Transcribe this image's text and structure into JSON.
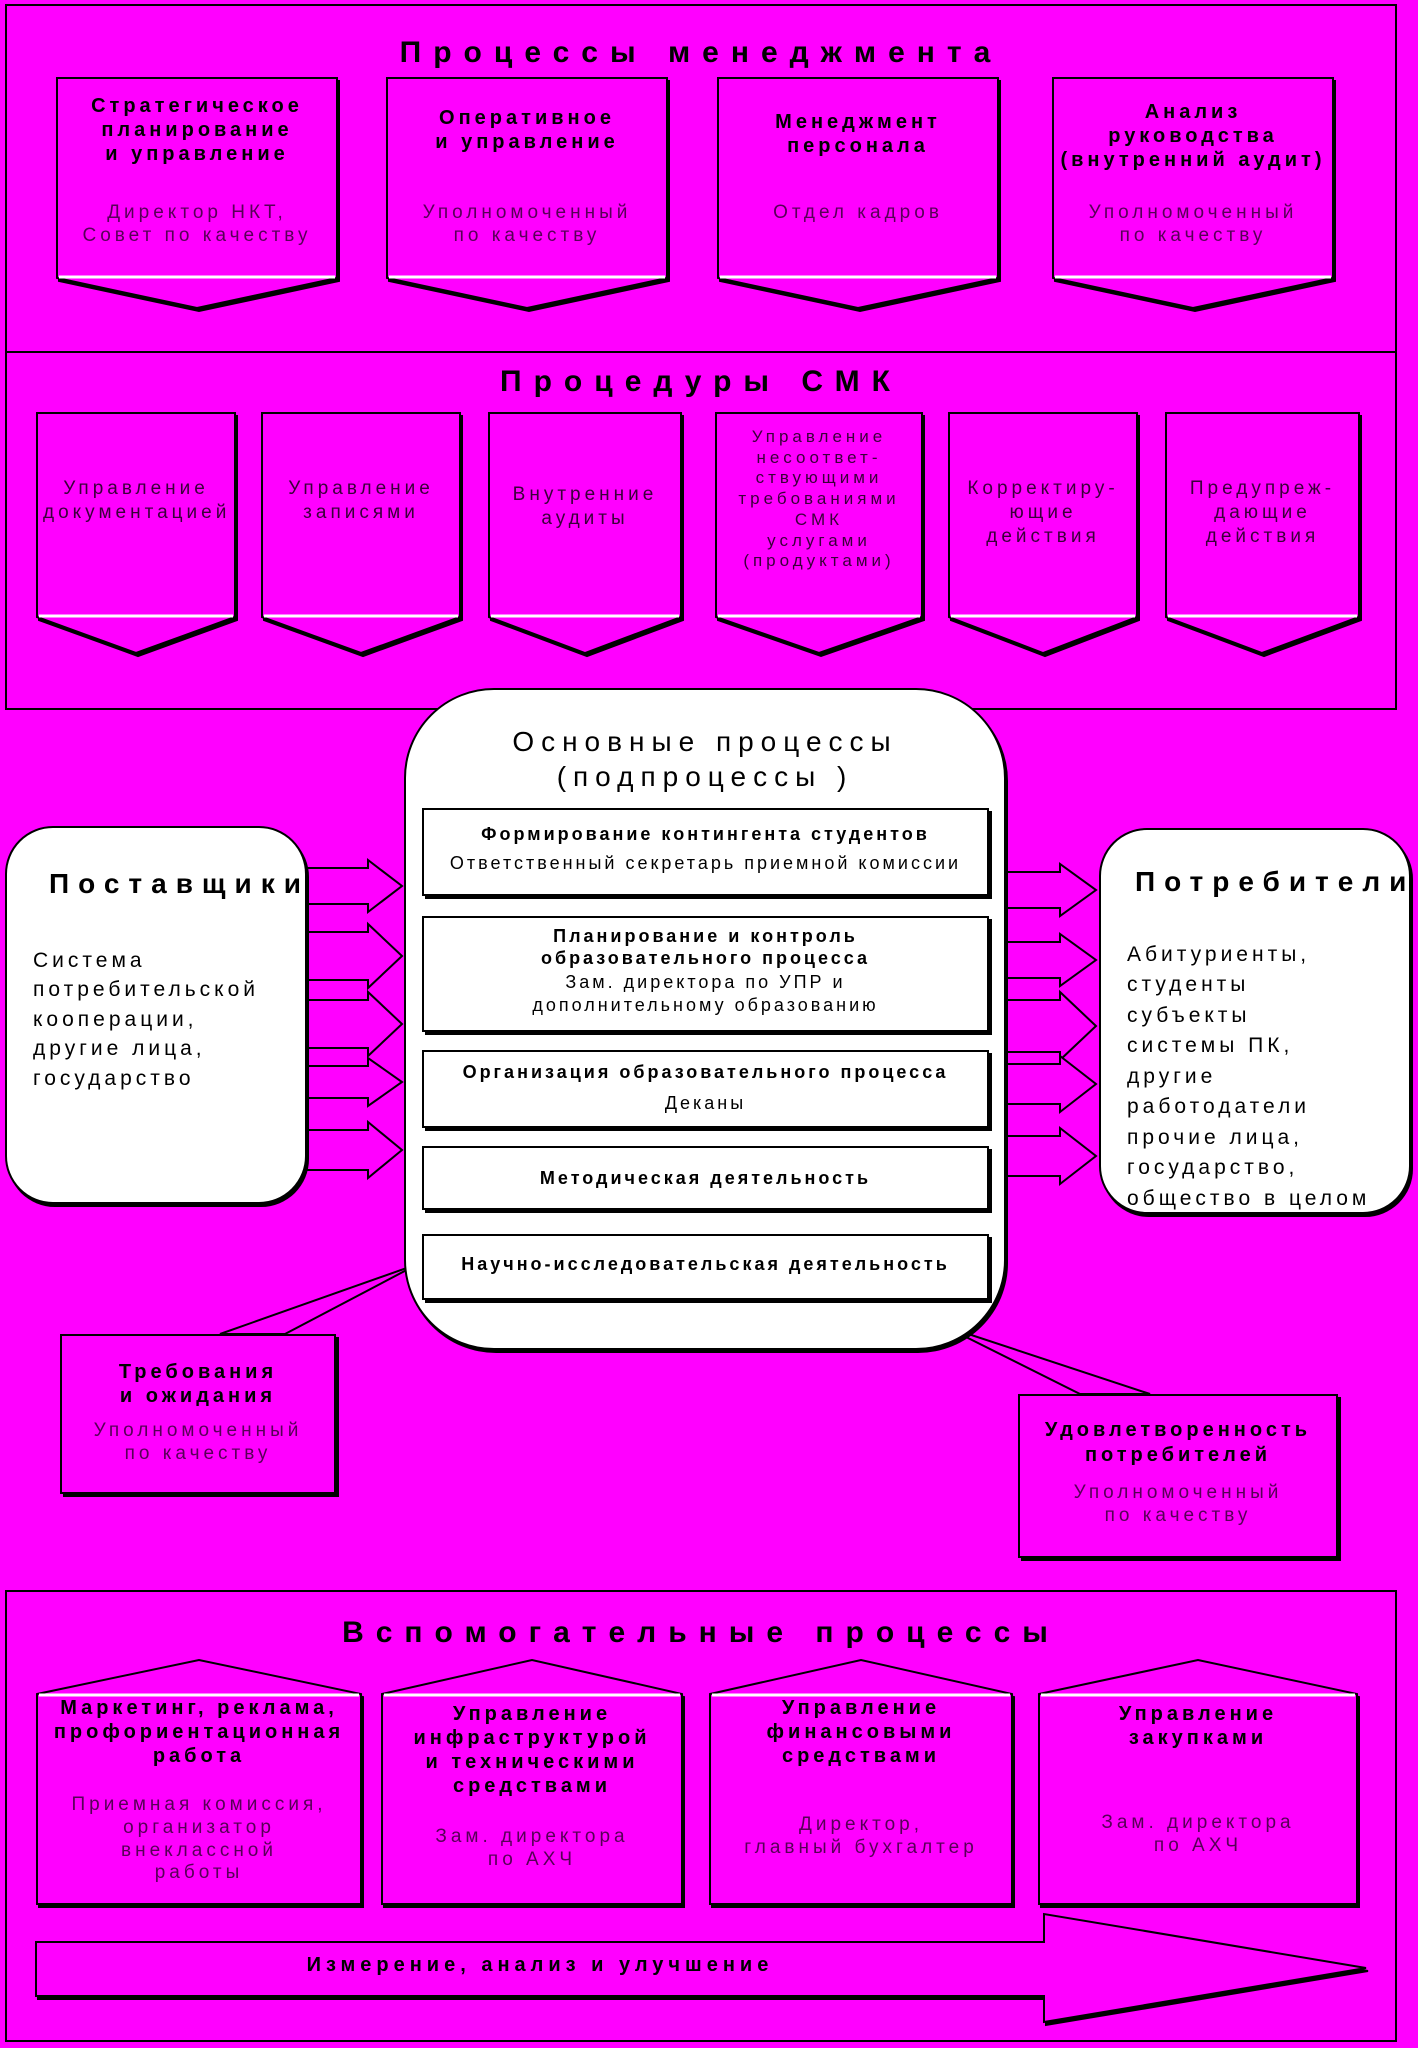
{
  "management": {
    "title": "Процессы менеджмента",
    "cards": [
      {
        "title": "Стратегическое\nпланирование\nи управление",
        "resp": "Директор НКТ,\nСовет по качеству"
      },
      {
        "title": "Оперативное\nи управление",
        "resp": "Уполномоченный\nпо качеству"
      },
      {
        "title": "Менеджмент\nперсонала",
        "resp": "Отдел кадров"
      },
      {
        "title": "Анализ\nруководства\n(внутренний аудит)",
        "resp": "Уполномоченный\nпо качеству"
      }
    ]
  },
  "qms": {
    "title": "Процедуры СМК",
    "cards": [
      {
        "label": "Управление\nдокументацией"
      },
      {
        "label": "Управление\nзаписями"
      },
      {
        "label": "Внутренние\nаудиты"
      },
      {
        "label": "Управление\nнесоответ-\nствующими\nтребованиями\nСМК\nуслугами\n(продуктами)"
      },
      {
        "label": "Корректиру-\nющие\nдействия"
      },
      {
        "label": "Предупреж-\nдающие\nдействия"
      }
    ]
  },
  "core": {
    "title": "Основные процессы\n(подпроцессы )",
    "subprocesses": [
      {
        "title": "Формирование контингента студентов",
        "resp": "Ответственный секретарь приемной комиссии"
      },
      {
        "title": "Планирование и контроль\nобразовательного процесса",
        "resp": "Зам. директора по УПР и\nдополнительному образованию"
      },
      {
        "title": "Организация образовательного процесса",
        "resp": "Деканы"
      },
      {
        "title": "Методическая деятельность",
        "resp": ""
      },
      {
        "title": "Научно-исследовательская деятельность",
        "resp": ""
      }
    ]
  },
  "suppliers": {
    "title": "Поставщики",
    "text": "Система\nпотребительской\nкооперации,\nдругие лица,\nгосударство"
  },
  "consumers": {
    "title": "Потребители",
    "text": "Абитуриенты,\nстуденты\nсубъекты\nсистемы ПК,\nдругие работодатели\nпрочие лица,\nгосударство,\nобщество в целом"
  },
  "requirements": {
    "title": "Требования\nи ожидания",
    "resp": "Уполномоченный\nпо качеству"
  },
  "satisfaction": {
    "title": "Удовлетворенность\nпотребителей",
    "resp": "Уполномоченный\nпо качеству"
  },
  "support": {
    "title": "Вспомогательные процессы",
    "cards": [
      {
        "title": "Маркетинг, реклама,\nпрофориентационная\nработа",
        "resp": "Приемная комиссия,\nорганизатор внеклассной\nработы"
      },
      {
        "title": "Управление\nинфраструктурой\nи техническими\nсредствами",
        "resp": "Зам. директора\nпо АХЧ"
      },
      {
        "title": "Управление\nфинансовыми\nсредствами",
        "resp": "Директор,\nглавный бухгалтер"
      },
      {
        "title": "Управление\nзакупками",
        "resp": "Зам. директора\nпо АХЧ"
      }
    ]
  },
  "improvement": {
    "label": "Измерение, анализ и улучшение"
  },
  "colors": {
    "background": "#ff00ff",
    "panel": "#ffffff",
    "stroke": "#000000"
  }
}
